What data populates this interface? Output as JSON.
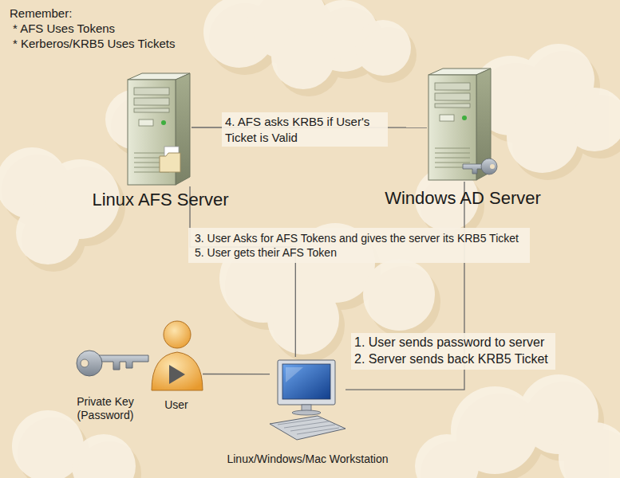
{
  "diagram": {
    "nodes": [
      {
        "text": [
          "Linux AFS Server"
        ]
      },
      {
        "text": [
          "Windows AD Server"
        ]
      },
      {
        "text": [
          "Private Key (Password)"
        ]
      },
      {
        "text": [
          "User"
        ]
      },
      {
        "text": [
          "Linux/Windows/Mac Workstation"
        ]
      }
    ],
    "edges": [
      {
        "from": 0,
        "to": 1,
        "arrow": "none",
        "label": "4. AFS asks KRB5 if User's Ticket is Valid"
      },
      {
        "from": 4,
        "to": 0,
        "arrow": "none",
        "label": "3. User Asks for AFS Tokens and gives the server its KRB5 Ticket 5. User gets their AFS Token"
      },
      {
        "from": 4,
        "to": 1,
        "arrow": "none",
        "label": "1. User sends password to server 2. Server sends back KRB5 Ticket"
      },
      {
        "from": 3,
        "to": 4,
        "arrow": "none"
      }
    ],
    "labels": [
      "Remember:",
      "* AFS Uses Tokens",
      "* Kerberos/KRB5 Uses Tickets"
    ]
  }
}
